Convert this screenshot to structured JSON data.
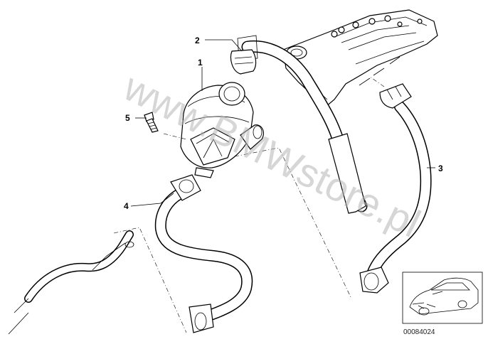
{
  "callouts": {
    "c1": "1",
    "c2": "2",
    "c3": "3",
    "c4": "4",
    "c5": "5"
  },
  "watermark": "www.BMWstore.pl",
  "diagram_code": "00084024",
  "colors": {
    "line": "#000000",
    "watermark": "#b5b5b5",
    "background": "#ffffff"
  }
}
